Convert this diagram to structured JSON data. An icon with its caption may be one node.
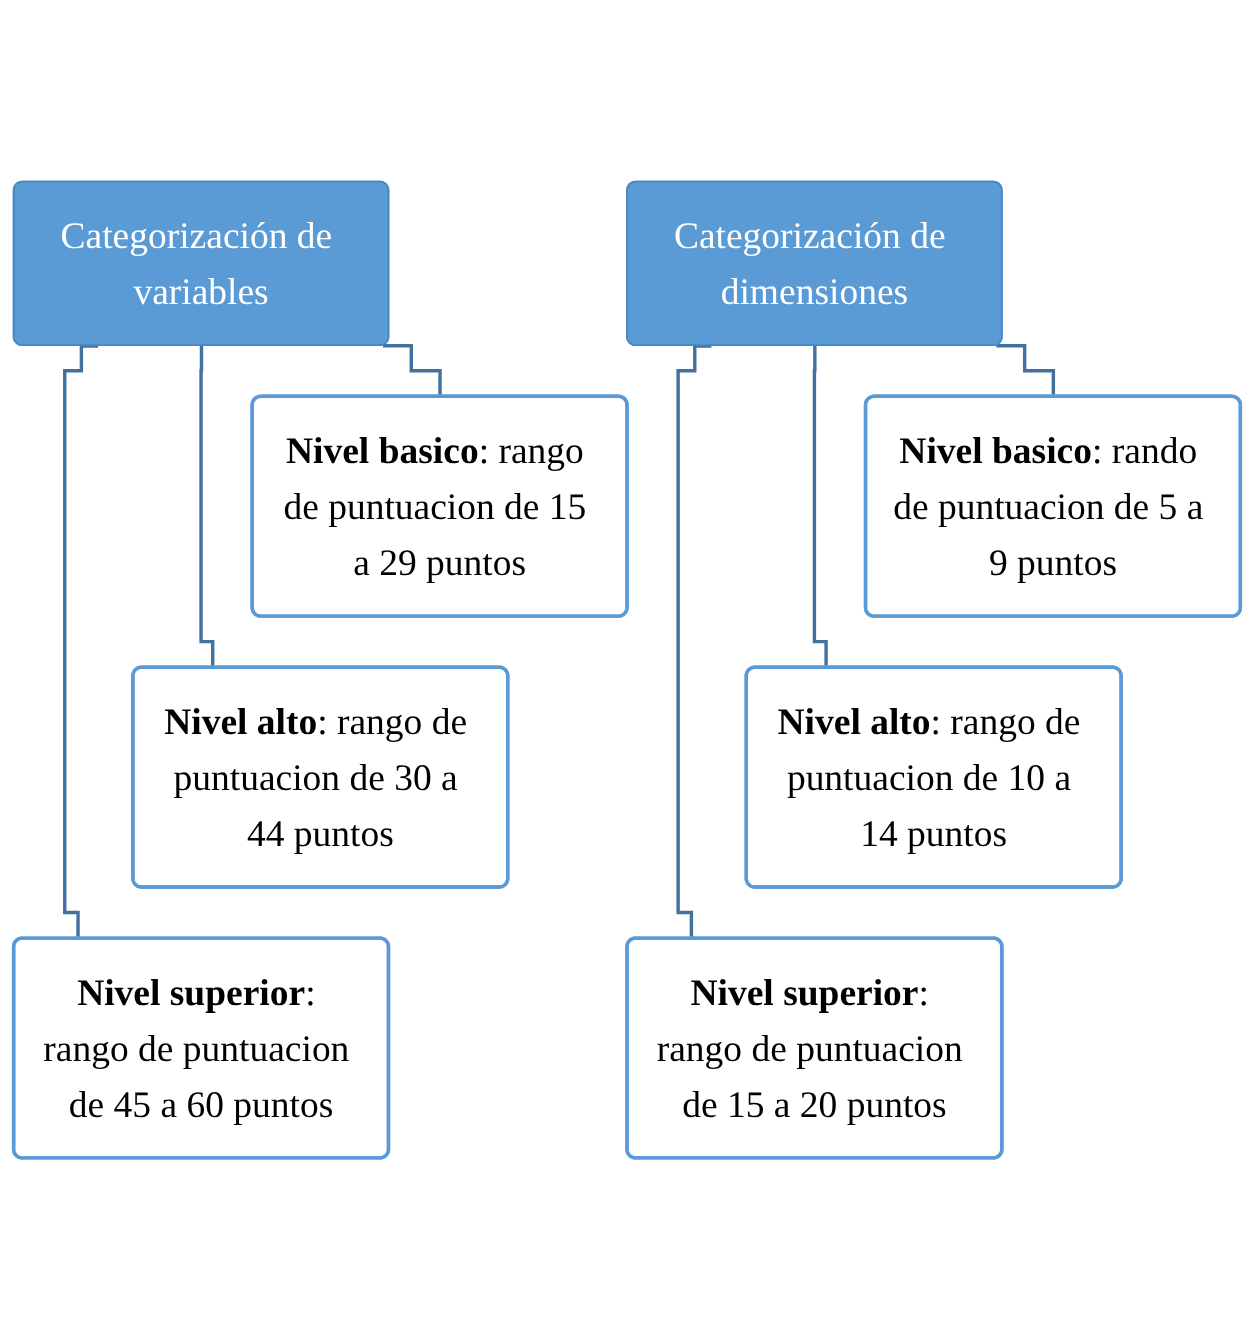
{
  "diagram": {
    "nodes": [
      {
        "text": [
          "Categorización de variables"
        ]
      },
      {
        "text": [
          "**Nivel basico**: rango de puntuacion de 15 a 29 puntos"
        ]
      },
      {
        "text": [
          "**Nivel alto**: rango de puntuacion de 30 a 44 puntos"
        ]
      },
      {
        "text": [
          "**Nivel superior**: rango de puntuacion de 45 a 60 puntos"
        ]
      },
      {
        "text": [
          "Categorización de dimensiones"
        ]
      },
      {
        "text": [
          "**Nivel basico**: rando de puntuacion de 5 a 9 puntos"
        ]
      },
      {
        "text": [
          "**Nivel alto**: rango de puntuacion de 10 a 14 puntos"
        ]
      },
      {
        "text": [
          "**Nivel superior**: rango de puntuacion de 15 a 20 puntos"
        ]
      }
    ],
    "edges": [
      {
        "from": 0,
        "to": 1,
        "arrow": "none"
      },
      {
        "from": 0,
        "to": 2,
        "arrow": "none"
      },
      {
        "from": 0,
        "to": 3,
        "arrow": "none"
      },
      {
        "from": 4,
        "to": 5,
        "arrow": "none"
      },
      {
        "from": 4,
        "to": 6,
        "arrow": "none"
      },
      {
        "from": 4,
        "to": 7,
        "arrow": "none"
      }
    ]
  }
}
